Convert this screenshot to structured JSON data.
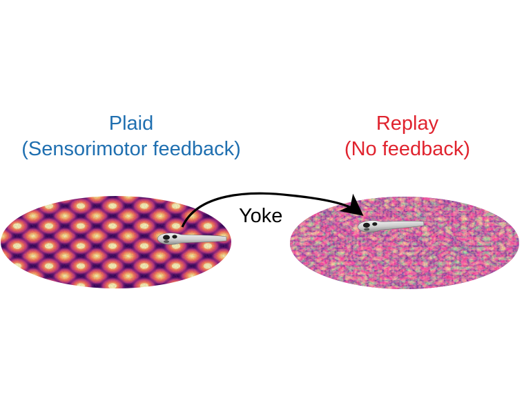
{
  "colors": {
    "plaid_label": "#1f6fb0",
    "replay_label": "#e0232e",
    "arrow": "#000000",
    "stimulus_palette": [
      "#0a0318",
      "#3b0f6f",
      "#8c2981",
      "#de4968",
      "#fe9f6d",
      "#fcfdbf"
    ]
  },
  "left_panel": {
    "title": "Plaid",
    "subtitle": "(Sensorimotor feedback)",
    "stimulus": "plaid-grid-pattern",
    "icon": "larval-fish-icon"
  },
  "right_panel": {
    "title": "Replay",
    "subtitle": "(No feedback)",
    "stimulus": "random-noise-pattern",
    "icon": "larval-fish-icon"
  },
  "connector": {
    "label": "Yoke",
    "icon": "curved-arrow-icon"
  }
}
